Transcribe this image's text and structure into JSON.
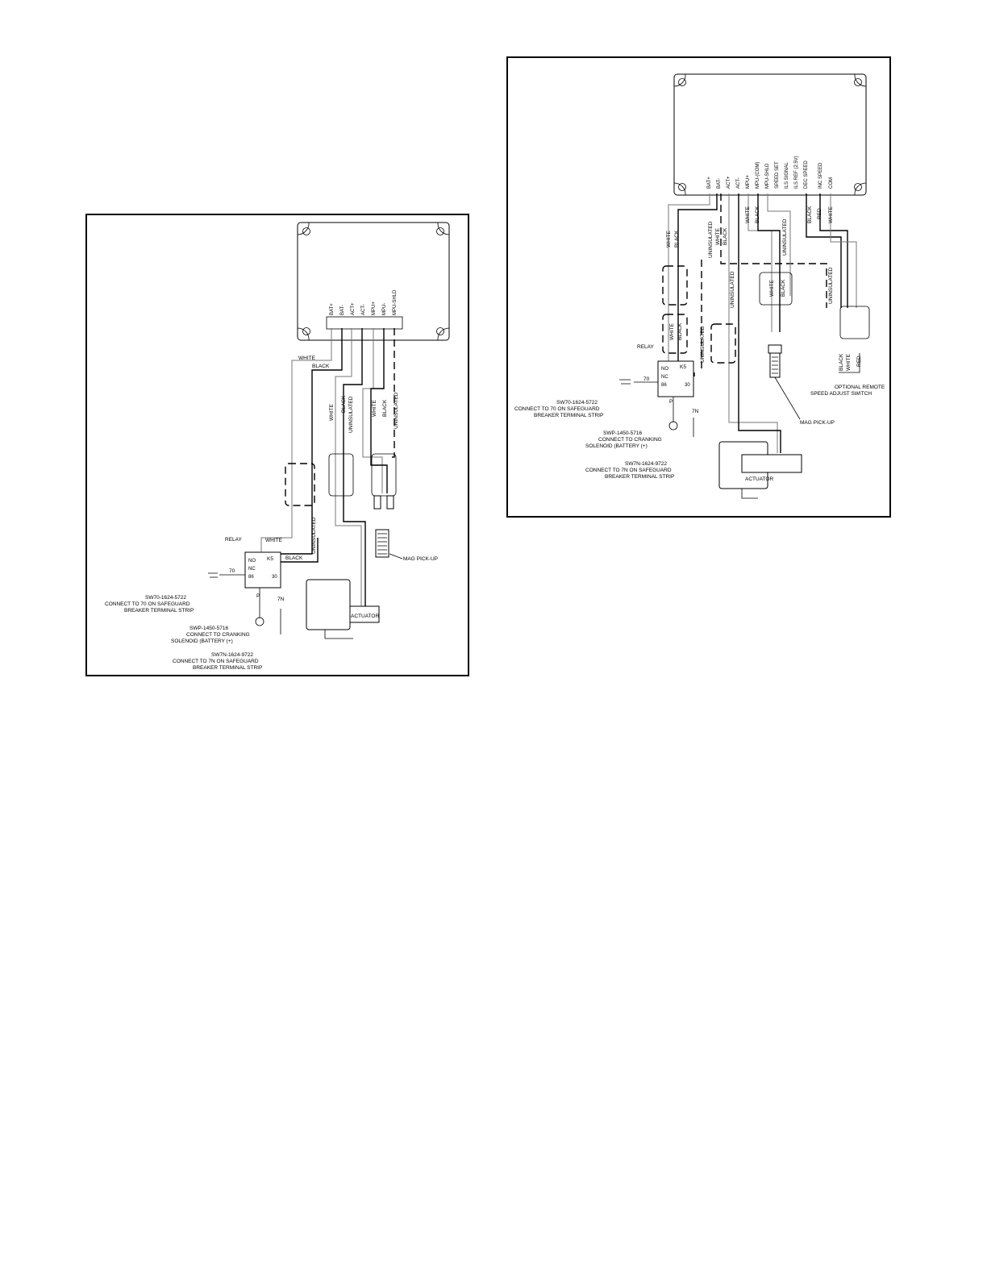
{
  "left_diagram": {
    "terminals": [
      "BAT+",
      "BAT-",
      "ACT+",
      "ACT-",
      "MPU+",
      "MPU-",
      "MPU-SHLD"
    ],
    "wire_labels": {
      "white_top": "WHITE",
      "black_top": "BLACK",
      "white_act": "WHITE",
      "uninsulated_act": "UNINSULATED",
      "black_act": "BLACK",
      "white_mpu": "WHITE",
      "black_mpu": "BLACK",
      "uninsulated_mpu": "UNINSULATED",
      "white_relay": "WHITE",
      "uninsulated_relay": "UNINSULATED",
      "black_relay": "BLACK"
    },
    "relay": {
      "label": "RELAY",
      "id": "K5",
      "pins": [
        "NO",
        "NC",
        "86",
        "30"
      ]
    },
    "pins": {
      "p70": "70",
      "p": "P",
      "p7n": "7N"
    },
    "mag_pickup": "MAG PICK-UP",
    "actuator": "ACTUATOR",
    "note_70": [
      "SW70-1624-5722",
      "CONNECT TO 70 ON SAFEGUARD",
      "BREAKER TERMINAL STRIP"
    ],
    "note_p": [
      "SWP-1450-5716",
      "CONNECT TO CRANKING",
      "SOLENOID (BATTERY (+)"
    ],
    "note_7n": [
      "SW7N-1624-9722",
      "CONNECT TO 7N ON SAFEGUARD",
      "BREAKER TERMINAL STRIP"
    ]
  },
  "right_diagram": {
    "terminals": [
      "BAT+",
      "BAT-",
      "ACT+",
      "ACT-",
      "MPU+",
      "MPU-(COM)",
      "MPU-SHLD",
      "SPEED SET",
      "ILS SIGNAL",
      "ILS REF (2.5V)",
      "DEC SPEED",
      "INC SPEED",
      "COM"
    ],
    "wire_labels": {
      "white_main": "WHITE",
      "black_main": "BLACK",
      "uninsulated_1": "UNINSULATED",
      "white_2": "WHITE",
      "black_2": "BLACK",
      "white_mpu": "WHITE",
      "black_mpu": "BLACK",
      "uninsulated_mpu": "UNINSULATED",
      "black_sw": "BLACK",
      "red_sw": "RED",
      "white_sw": "WHITE",
      "uninsulated_act": "UNINSULATED",
      "white_lower": "WHITE",
      "black_lower": "BLACK",
      "uninsulated_lower": "UNINSULATED",
      "white_mag": "WHITE",
      "black_mag": "BLACK",
      "uninsulated_sw": "UNINSULATED",
      "black_sw2": "BLACK",
      "white_sw2": "WHITE",
      "red_sw2": "RED"
    },
    "relay": {
      "label": "RELAY",
      "id": "K5",
      "pins": [
        "NO",
        "NC",
        "86",
        "30"
      ]
    },
    "pins": {
      "p70": "70",
      "p": "P",
      "p7n": "7N"
    },
    "mag_pickup": "MAG PICK-UP",
    "actuator": "ACTUATOR",
    "switch_note": [
      "OPTIONAL REMOTE",
      "SPEED ADJUST SWITCH"
    ],
    "note_70": [
      "SW70-1624-5722",
      "CONNECT TO 70 ON SAFEGUARD",
      "BREAKER TERMINAL STRIP"
    ],
    "note_p": [
      "SWP-1450-5716",
      "CONNECT TO CRANKING",
      "SOLENOID (BATTERY (+)"
    ],
    "note_7n": [
      "SW7N-1624-9722",
      "CONNECT TO 7N ON SAFEGUARD",
      "BREAKER TERMINAL STRIP"
    ]
  }
}
